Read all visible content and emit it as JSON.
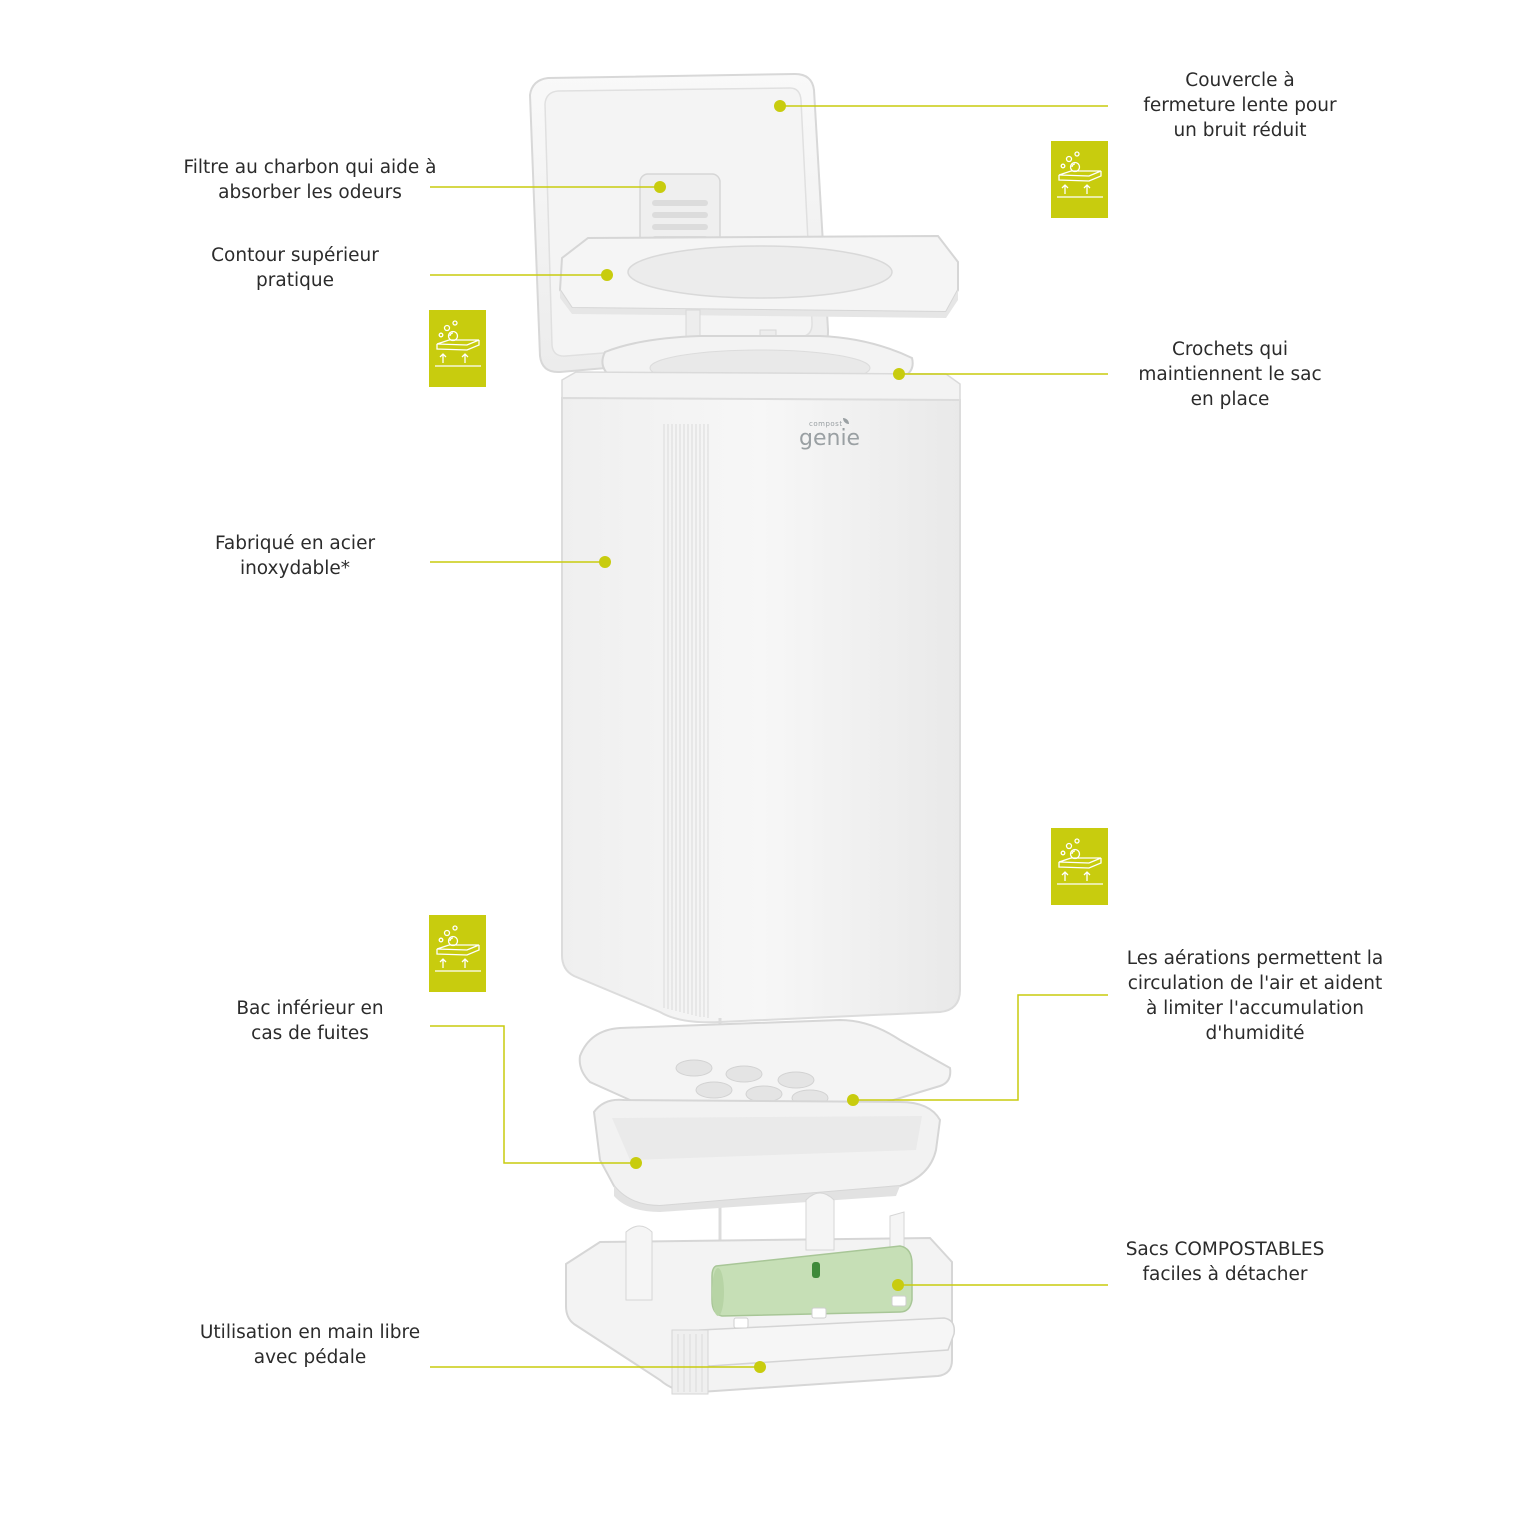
{
  "accent_color": "#c8cc0e",
  "brand": {
    "small": "compost",
    "big": "genie"
  },
  "labels": {
    "lid": "Couvercle à\nfermeture lente pour\nun bruit réduit",
    "filter": "Filtre au charbon qui aide à\nabsorber les odeurs",
    "rim": "Contour supérieur\npratique",
    "hooks": "Crochets qui\nmaintiennent le sac\nen place",
    "steel": "Fabriqué en acier\ninoxydable*",
    "vents": "Les aérations permettent la\ncirculation de l'air et aident\nà limiter l'accumulation\nd'humidité",
    "tray": "Bac inférieur en\ncas de fuites",
    "bags": "Sacs COMPOSTABLES\nfaciles à détacher",
    "pedal": "Utilisation en main libre\navec pédale"
  },
  "badge_icon": "odor-absorb-icon"
}
